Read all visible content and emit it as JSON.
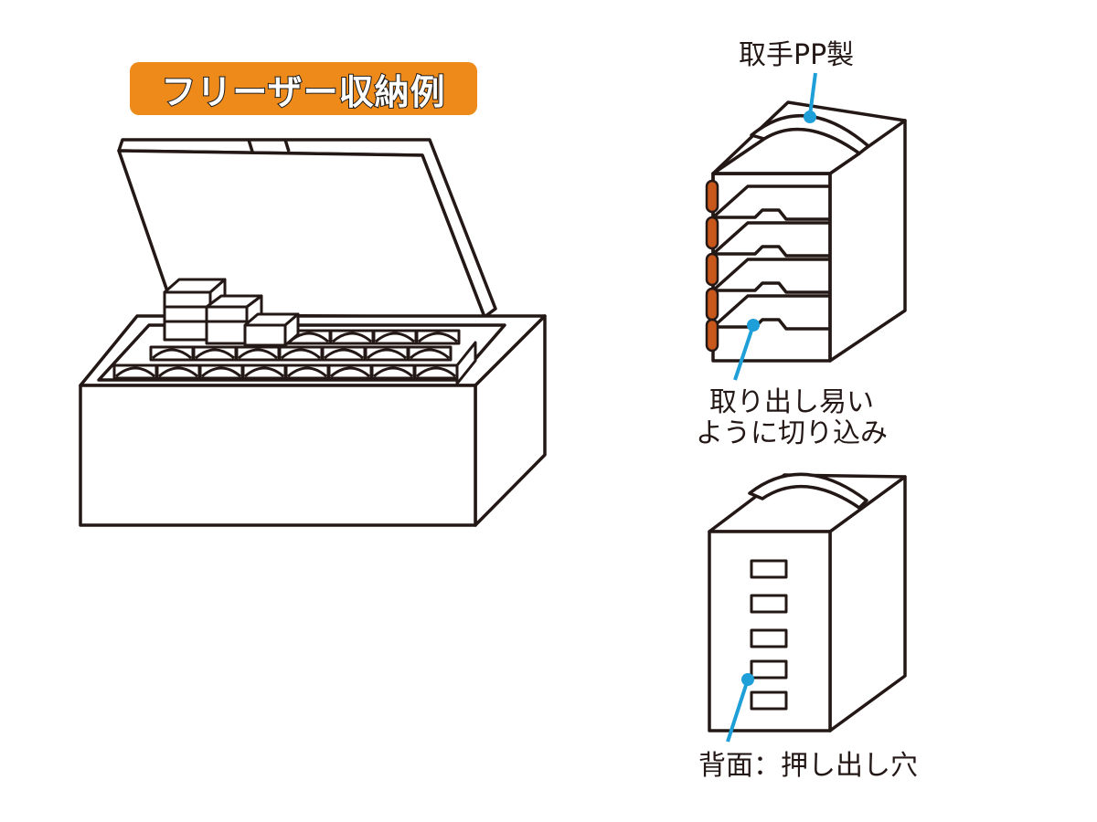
{
  "title_badge": {
    "text": "フリーザー収納例",
    "color": "#EE8A1A"
  },
  "callouts": {
    "handle": "取手PP製",
    "notch_line1": "取り出し易い",
    "notch_line2": "ように切り込み",
    "back": "背面：押し出し穴"
  },
  "colors": {
    "line": "#231815",
    "leader": "#1E9FD8",
    "rail": "#C8571B"
  }
}
